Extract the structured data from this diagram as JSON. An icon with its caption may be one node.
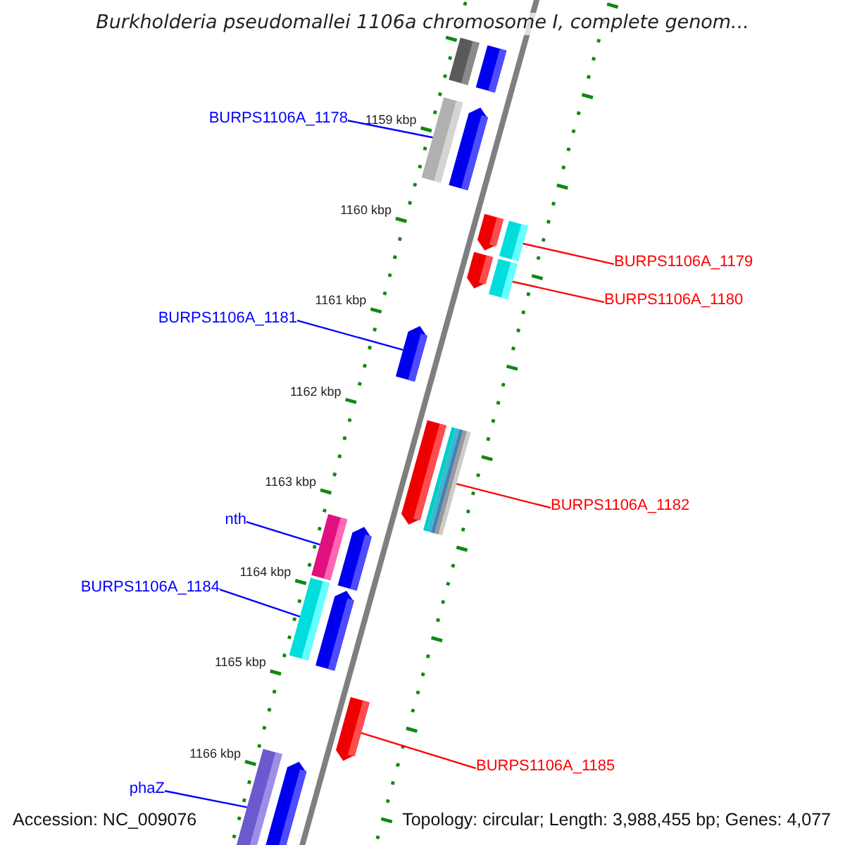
{
  "diagram": {
    "title": "Burkholderia pseudomallei 1106a chromosome I, complete genom...",
    "nodes": [
      {
        "text": [],
        "shape": "bar"
      },
      {
        "text": [],
        "shape": "bar"
      },
      {
        "text": [
          "BURPS1106A_1178"
        ]
      },
      {
        "text": [],
        "shape": "bar"
      },
      {
        "text": [],
        "shape": "arrow"
      },
      {
        "text": [
          "BURPS1106A_1179"
        ]
      },
      {
        "text": [],
        "shape": "arrow"
      },
      {
        "text": [],
        "shape": "bar"
      },
      {
        "text": [
          "BURPS1106A_1180"
        ]
      },
      {
        "text": [],
        "shape": "arrow"
      },
      {
        "text": [],
        "shape": "bar"
      },
      {
        "text": [
          "BURPS1106A_1181"
        ]
      },
      {
        "text": [],
        "shape": "arrow"
      },
      {
        "text": [
          "BURPS1106A_1182"
        ]
      },
      {
        "text": [],
        "shape": "arrow"
      },
      {
        "text": [],
        "shape": "bar"
      },
      {
        "text": [
          "nth"
        ]
      },
      {
        "text": [],
        "shape": "bar"
      },
      {
        "text": [],
        "shape": "arrow"
      },
      {
        "text": [
          "BURPS1106A_1184"
        ]
      },
      {
        "text": [],
        "shape": "bar"
      },
      {
        "text": [],
        "shape": "arrow"
      },
      {
        "text": [
          "BURPS1106A_1185"
        ]
      },
      {
        "text": [],
        "shape": "arrow"
      },
      {
        "text": [
          "phaZ"
        ]
      },
      {
        "text": [],
        "shape": "bar"
      },
      {
        "text": [],
        "shape": "arrow"
      }
    ],
    "edges": [
      {
        "from": 2,
        "to": 3,
        "arrow": "none"
      },
      {
        "from": 5,
        "to": 7,
        "arrow": "none",
        "color": "#ff0000"
      },
      {
        "from": 8,
        "to": 10,
        "arrow": "none",
        "color": "#ff0000"
      },
      {
        "from": 11,
        "to": 12,
        "arrow": "none"
      },
      {
        "from": 13,
        "to": 15,
        "arrow": "none",
        "color": "#ff0000"
      },
      {
        "from": 16,
        "to": 17,
        "arrow": "none"
      },
      {
        "from": 19,
        "to": 20,
        "arrow": "none"
      },
      {
        "from": 22,
        "to": 23,
        "arrow": "none",
        "color": "#ff0000"
      },
      {
        "from": 24,
        "to": 25,
        "arrow": "none"
      }
    ],
    "labels": [
      "1159 kbp",
      "1160 kbp",
      "1161 kbp",
      "1162 kbp",
      "1163 kbp",
      "1164 kbp",
      "1165 kbp",
      "1166 kbp",
      "Accession: NC_009076",
      "Topology: circular; Length: 3,988,455 bp; Genes: 4,077"
    ]
  }
}
